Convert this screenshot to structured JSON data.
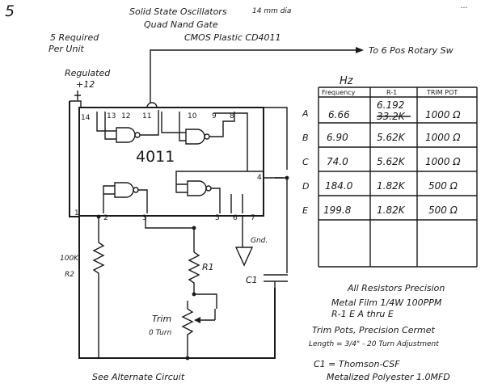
{
  "page_number": "5",
  "header": {
    "title": "Solid State Oscillators",
    "title_right": "14 mm dia",
    "corner_note": "...",
    "subtitle": "Quad Nand Gate",
    "part": "CMOS Plastic CD4011"
  },
  "notes": {
    "required": "5 Required",
    "per_unit": "Per Unit",
    "regulated": "Regulated",
    "supply": "+12",
    "rotary": "To 6 Pos Rotary Sw"
  },
  "chip_label": "4011",
  "pins": [
    "14",
    "13",
    "12",
    "11",
    "10",
    "9",
    "8",
    "1",
    "2",
    "3",
    "4",
    "5",
    "6",
    "7"
  ],
  "components": {
    "r2_value": "100K",
    "r2_name": "R2",
    "r1_name": "R1",
    "c1_name": "C1",
    "trim_name": "Trim",
    "trim_turns": "0 Turn",
    "ground": "Gnd."
  },
  "table": {
    "unit": "Hz",
    "headers": [
      "Frequency",
      "R-1",
      "TRIM POT"
    ],
    "rows": [
      {
        "label": "A",
        "freq": "6.66",
        "r1": "6.192",
        "r1_note": "33.2K",
        "trim": "1000 Ω"
      },
      {
        "label": "B",
        "freq": "6.90",
        "r1": "5.62K",
        "trim": "1000 Ω"
      },
      {
        "label": "C",
        "freq": "74.0",
        "r1": "5.62K",
        "trim": "1000 Ω"
      },
      {
        "label": "D",
        "freq": "184.0",
        "r1": "1.82K",
        "trim": "500 Ω"
      },
      {
        "label": "E",
        "freq": "199.8",
        "r1": "1.82K",
        "trim": "500 Ω"
      }
    ]
  },
  "specs": {
    "line1": "All Resistors Precision",
    "line2": "Metal Film 1/4W 100PPM",
    "line3": "R-1 E A thru E",
    "line4": "Trim Pots, Precision Cermet",
    "line5": "Length = 3/4\" - 20 Turn Adjustment",
    "line6": "C1 = Thomson-CSF",
    "line7": "Metalized Polyester 1.0MFD"
  },
  "footer": "See Alternate Circuit"
}
